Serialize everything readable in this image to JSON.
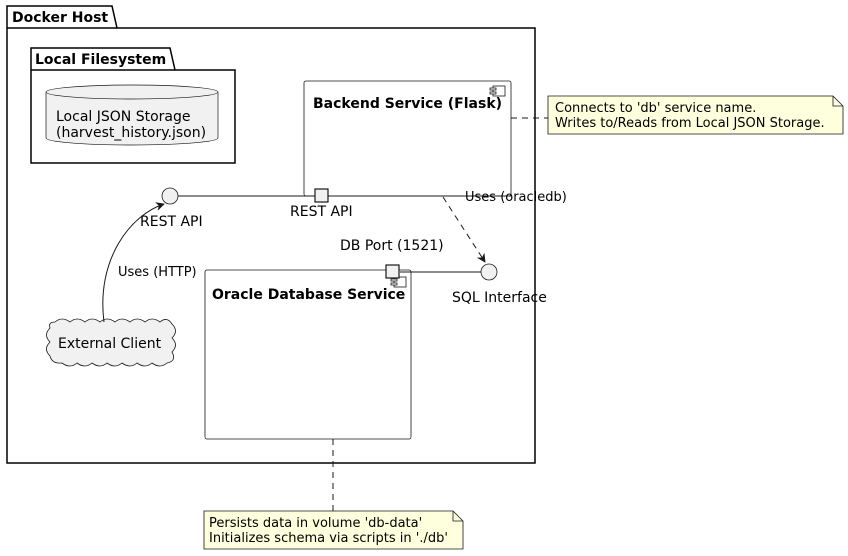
{
  "packages": {
    "docker_host": "Docker Host",
    "local_filesystem": "Local Filesystem"
  },
  "storage": {
    "line1": "Local JSON Storage",
    "line2": "(harvest_history.json)"
  },
  "components": {
    "backend": "Backend Service (Flask)",
    "oracle": "Oracle Database Service"
  },
  "interfaces": {
    "rest_api": "REST API",
    "sql_interface": "SQL Interface"
  },
  "ports": {
    "rest_api": "REST API",
    "db_port": "DB Port (1521)"
  },
  "actors": {
    "external_client": "External Client"
  },
  "edges": {
    "uses_http": "Uses (HTTP)",
    "uses_oracledb": "Uses (oracledb)"
  },
  "notes": {
    "backend_line1": "Connects to 'db' service name.",
    "backend_line2": "Writes to/Reads from Local JSON Storage.",
    "oracle_line1": "Persists data in volume 'db-data'",
    "oracle_line2": "Initializes schema via scripts in './db'"
  },
  "colors": {
    "note_fill": "#FEFFDD",
    "storage_fill": "#F1F1F1",
    "stroke": "#181818"
  }
}
